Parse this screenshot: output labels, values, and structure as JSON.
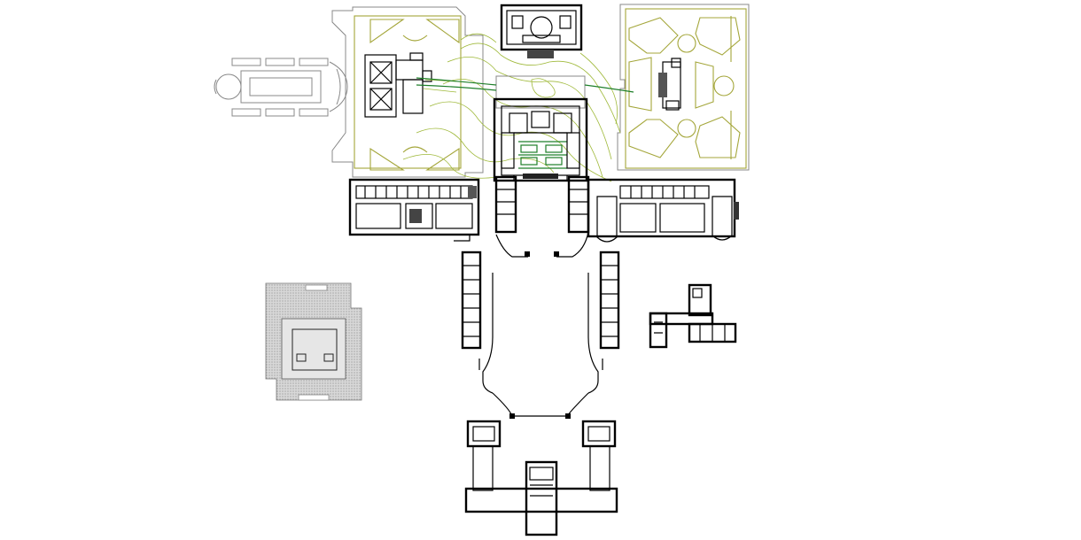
{
  "drawing": {
    "background": "#ffffff",
    "colors": {
      "walls": "#000000",
      "garden_parterre": "#a4a63a",
      "terrain_contours": "#9fb93a",
      "terrace": "#1f7f2a",
      "outline_grey": "#888888",
      "annex_hatch": "#b0b0b0"
    },
    "parts": [
      "formal-garden-west",
      "formal-garden-east",
      "north-pavilion",
      "central-palace-block",
      "main-east-west-wing",
      "forecourt-side-wings",
      "south-gate-building",
      "hatched-annex-plan",
      "small-annex-plan"
    ]
  }
}
